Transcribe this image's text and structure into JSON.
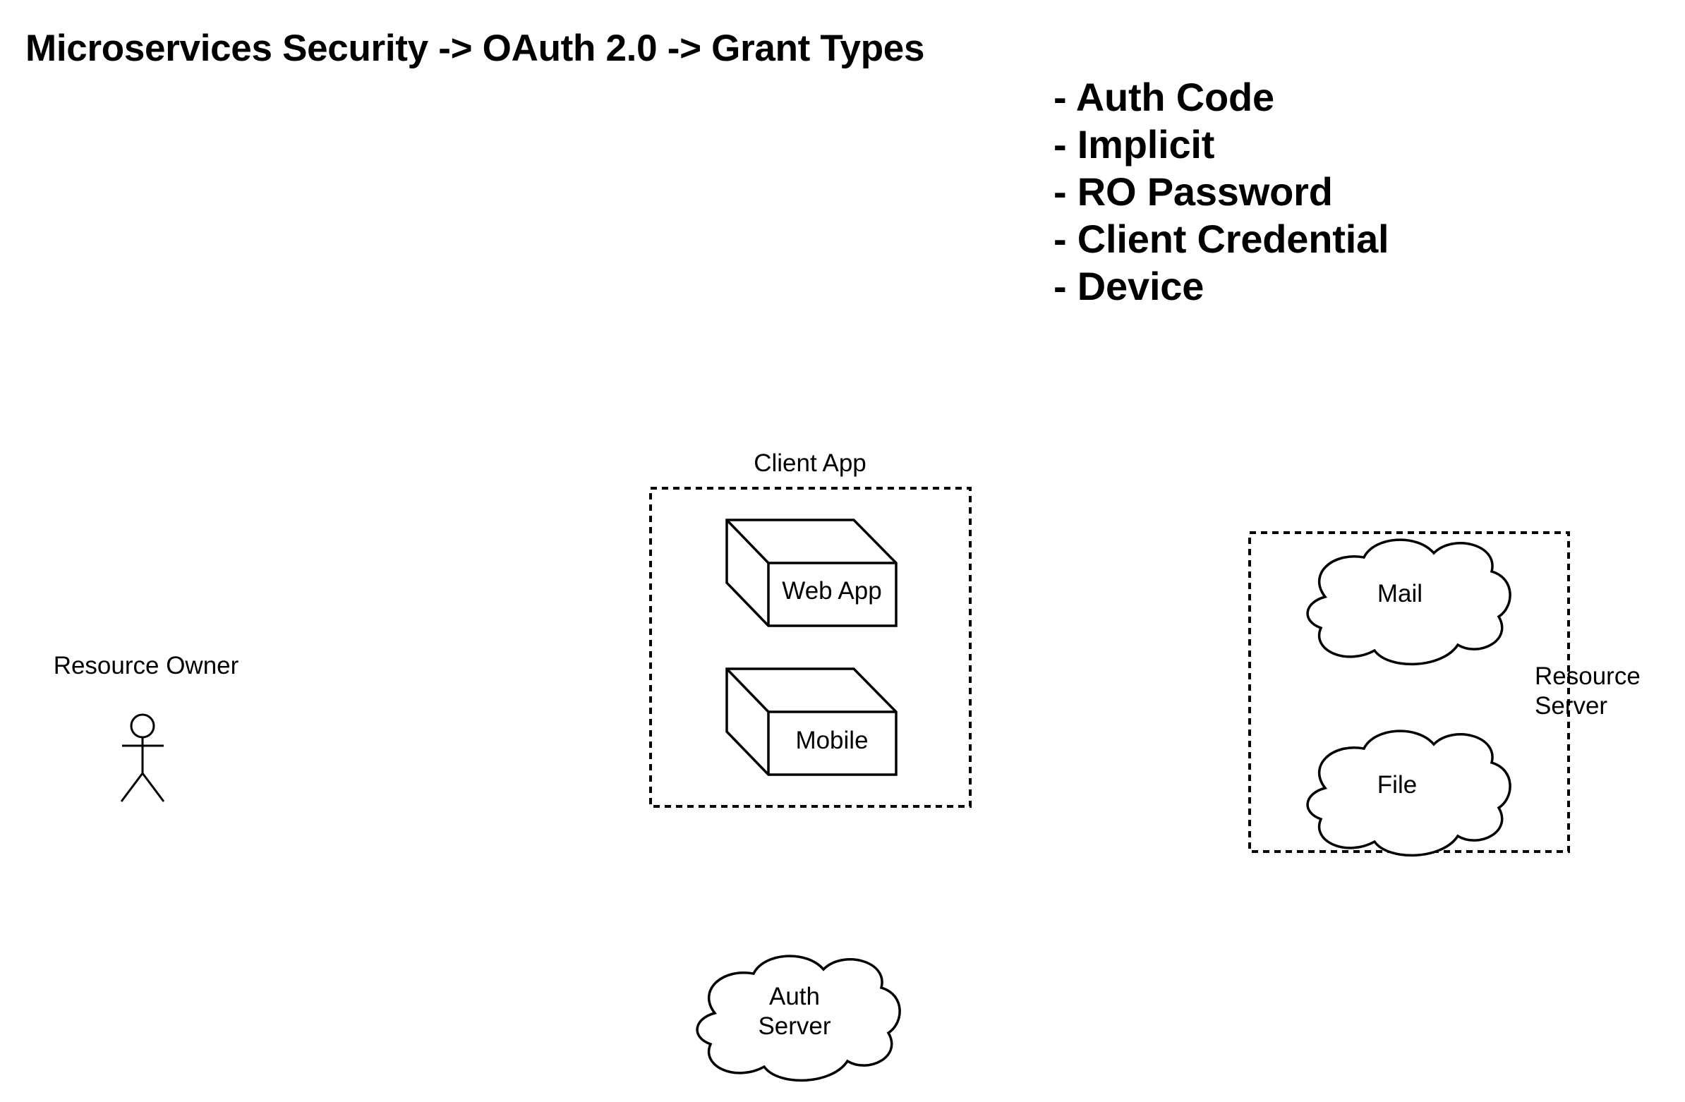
{
  "title": "Microservices Security -> OAuth 2.0 -> Grant Types",
  "grant_types": [
    "- Auth Code",
    "- Implicit",
    "- RO Password",
    "- Client Credential",
    "- Device"
  ],
  "diagram": {
    "resource_owner": {
      "label": "Resource Owner",
      "icon": "stick-figure-actor-icon"
    },
    "client_app": {
      "label": "Client App",
      "nodes": [
        "Web App",
        "Mobile"
      ]
    },
    "resource_server": {
      "label_line1": "Resource",
      "label_line2": "Server",
      "clouds": [
        "Mail",
        "File"
      ]
    },
    "auth_server": {
      "label_line1": "Auth",
      "label_line2": "Server"
    }
  },
  "colors": {
    "stroke": "#000000",
    "background": "#ffffff"
  }
}
